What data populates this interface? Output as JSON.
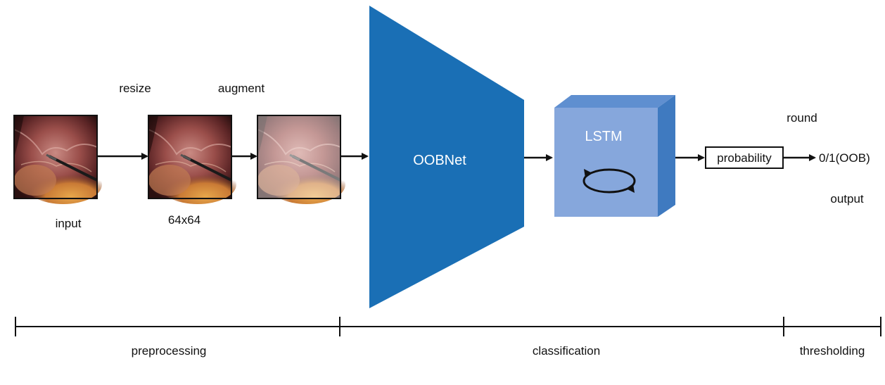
{
  "labels": {
    "resize": "resize",
    "augment": "augment",
    "input": "input",
    "size": "64x64",
    "network": "OOBNet",
    "lstm": "LSTM",
    "probability": "probability",
    "round": "round",
    "result": "0/1(OOB)",
    "output": "output"
  },
  "stages": {
    "preprocessing": "preprocessing",
    "classification": "classification",
    "thresholding": "thresholding"
  },
  "colors": {
    "network_fill": "#1a6fb5",
    "lstm_front": "#86a7dc",
    "lstm_top": "#5f8fd0",
    "lstm_side": "#3f7ac0"
  },
  "icons": {
    "input_frame": "endoscopic-image",
    "resized_frame": "endoscopic-image",
    "augmented_frame": "endoscopic-image-faded",
    "lstm_cycle": "circular-arrows-icon"
  }
}
